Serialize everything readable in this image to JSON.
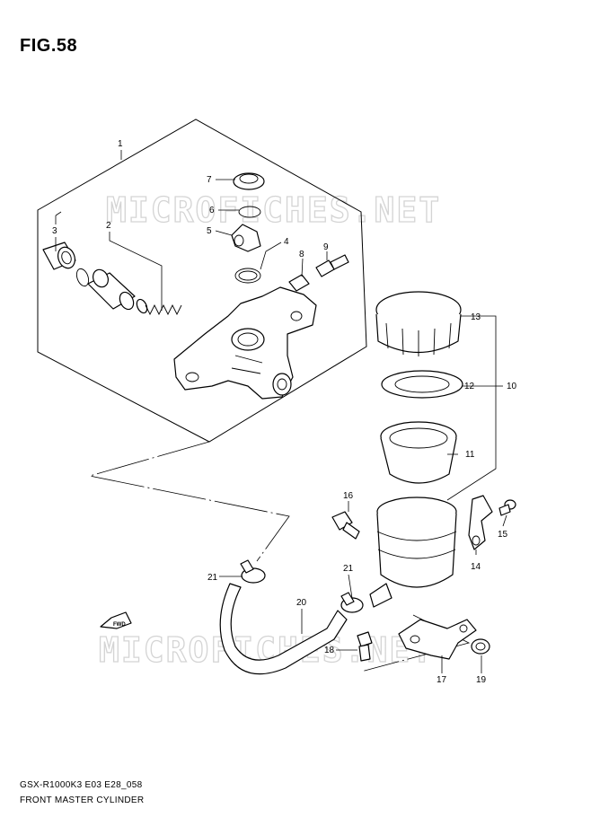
{
  "figure": {
    "title": "FIG.58",
    "model_code": "GSX-R1000K3 E03 E28_058",
    "section_name": "FRONT MASTER CYLINDER"
  },
  "watermarks": [
    "MICROFICHES.NET",
    "MICROFICHES.NET"
  ],
  "fwd_label": "FWD",
  "callouts": {
    "c1": "1",
    "c2": "2",
    "c3": "3",
    "c4": "4",
    "c5": "5",
    "c6": "6",
    "c7": "7",
    "c8": "8",
    "c9": "9",
    "c10": "10",
    "c11": "11",
    "c12": "12",
    "c13": "13",
    "c14": "14",
    "c15": "15",
    "c16": "16",
    "c17": "17",
    "c18": "18",
    "c19": "19",
    "c20": "20",
    "c21a": "21",
    "c21b": "21"
  }
}
